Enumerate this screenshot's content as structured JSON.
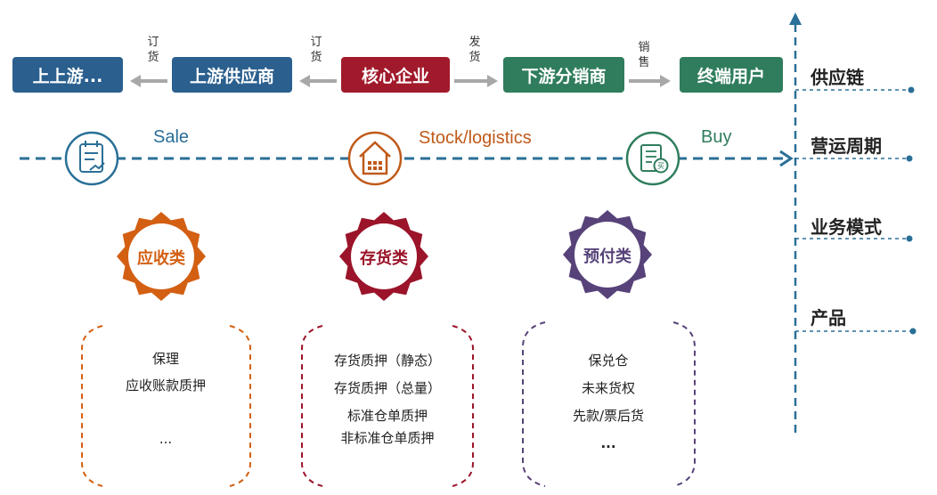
{
  "chain": {
    "boxes": [
      {
        "label": "上上游...",
        "color": "#2a5f8e"
      },
      {
        "label": "上游供应商",
        "color": "#2a5f8e"
      },
      {
        "label": "核心企业",
        "color": "#a11a2b"
      },
      {
        "label": "下游分销商",
        "color": "#2f7d5c"
      },
      {
        "label": "终端用户",
        "color": "#2f7d5c"
      }
    ],
    "arrow_labels": [
      {
        "text": "订货"
      },
      {
        "text": "订货"
      },
      {
        "text": "发货"
      },
      {
        "text": "销售"
      }
    ]
  },
  "phases": [
    {
      "label": "Sale",
      "color": "#2a6f97",
      "icon": "clipboard-chart-icon"
    },
    {
      "label": "Stock/logistics",
      "color": "#c05a1a",
      "icon": "warehouse-icon"
    },
    {
      "label": "Buy",
      "color": "#2f7d5c",
      "icon": "purchase-document-icon"
    }
  ],
  "categories": [
    {
      "label": "应收类",
      "color": "#d35f12",
      "items": [
        "保理",
        "应收账款质押",
        "",
        "..."
      ]
    },
    {
      "label": "存货类",
      "color": "#9b1429",
      "items": [
        "存货质押（静态）",
        "存货质押（总量）",
        "标准仓单质押",
        "非标准仓单质押"
      ]
    },
    {
      "label": "预付类",
      "color": "#574379",
      "items": [
        "保兑仓",
        "未来货权",
        "先款/票后货",
        "..."
      ]
    }
  ],
  "dimensions": [
    "供应链",
    "营运周期",
    "业务模式",
    "产品"
  ],
  "colors": {
    "axis": "#2a6f97",
    "arrow_gray": "#a8a8a8"
  }
}
